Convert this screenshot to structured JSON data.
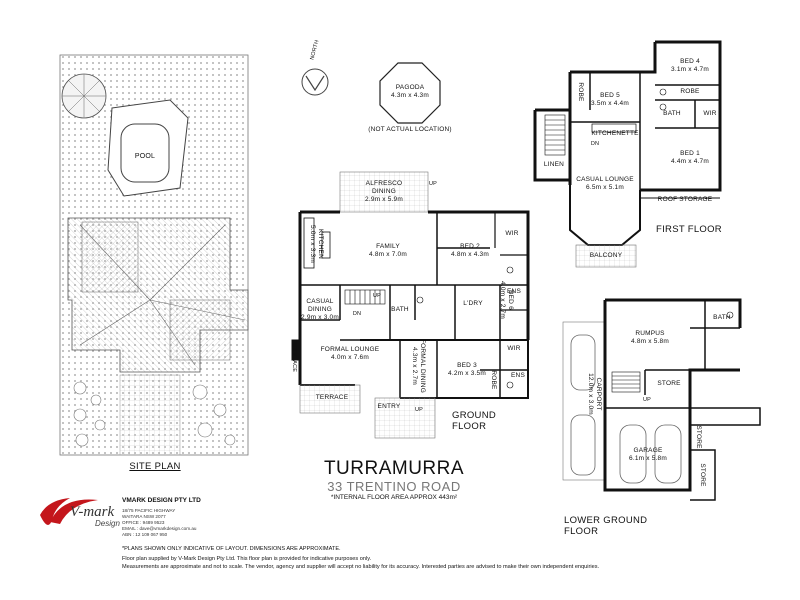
{
  "site_plan": {
    "caption": "SITE PLAN",
    "pool_label": "POOL"
  },
  "north_label": "NORTH",
  "pagoda": {
    "name": "PAGODA",
    "size": "4.3m x 4.3m",
    "note": "(NOT ACTUAL LOCATION)"
  },
  "ground_floor": {
    "caption": "GROUND FLOOR",
    "rooms": [
      {
        "id": "alfresco",
        "name": "ALFRESCO",
        "name2": "DINING",
        "size": "2.9m x 5.9m"
      },
      {
        "id": "family",
        "name": "FAMILY",
        "size": "4.8m x 7.0m"
      },
      {
        "id": "kitchen",
        "name": "KITCHEN",
        "size": "5.0m x 3.3m"
      },
      {
        "id": "bed2",
        "name": "BED 2",
        "size": "4.8m x 4.3m"
      },
      {
        "id": "casual",
        "name": "CASUAL",
        "name2": "DINING",
        "size": "2.9m x 3.0m"
      },
      {
        "id": "bath_g",
        "name": "BATH"
      },
      {
        "id": "ldry",
        "name": "L'DRY"
      },
      {
        "id": "bed6",
        "name": "BED 6",
        "size": "4.0m x 2.7m"
      },
      {
        "id": "formal_lounge",
        "name": "FORMAL LOUNGE",
        "size": "4.0m x 7.6m"
      },
      {
        "id": "formal_dining",
        "name": "FORMAL DINING",
        "size": "4.3m x 2.7m"
      },
      {
        "id": "bed3",
        "name": "BED 3",
        "size": "4.2m x 3.5m"
      },
      {
        "id": "fireplace",
        "name": "FIREPLACE"
      },
      {
        "id": "terrace",
        "name": "TERRACE"
      },
      {
        "id": "entry",
        "name": "ENTRY"
      },
      {
        "id": "wir_g1",
        "name": "WIR"
      },
      {
        "id": "ens_g1",
        "name": "ENS"
      },
      {
        "id": "wir_g2",
        "name": "WIR"
      },
      {
        "id": "ens_g2",
        "name": "ENS"
      },
      {
        "id": "robe_g",
        "name": "ROBE"
      }
    ],
    "up_label": "UP",
    "dn_label": "DN"
  },
  "first_floor": {
    "caption": "FIRST FLOOR",
    "rooms": [
      {
        "id": "bed4",
        "name": "BED 4",
        "size": "3.1m x 4.7m"
      },
      {
        "id": "bed5",
        "name": "BED 5",
        "size": "3.5m x 4.4m"
      },
      {
        "id": "robe_f1",
        "name": "ROBE"
      },
      {
        "id": "robe_f2",
        "name": "ROBE"
      },
      {
        "id": "bath_f",
        "name": "BATH"
      },
      {
        "id": "wir_f",
        "name": "WIR"
      },
      {
        "id": "kitchenette",
        "name": "KITCHENETTE"
      },
      {
        "id": "bed1",
        "name": "BED 1",
        "size": "4.4m x 4.7m"
      },
      {
        "id": "linen",
        "name": "LINEN"
      },
      {
        "id": "casual_lounge",
        "name": "CASUAL LOUNGE",
        "size": "6.5m x 5.1m"
      },
      {
        "id": "roof_storage",
        "name": "ROOF STORAGE"
      },
      {
        "id": "balcony",
        "name": "BALCONY"
      }
    ],
    "dn_label": "DN"
  },
  "lower_ground_floor": {
    "caption": "LOWER GROUND FLOOR",
    "rooms": [
      {
        "id": "rumpus",
        "name": "RUMPUS",
        "size": "4.8m x 5.8m"
      },
      {
        "id": "bath_l",
        "name": "BATH"
      },
      {
        "id": "store1",
        "name": "STORE"
      },
      {
        "id": "carport",
        "name": "CARPORT",
        "size": "12.0m x 3.0m"
      },
      {
        "id": "garage",
        "name": "GARAGE",
        "size": "6.1m x 5.8m"
      },
      {
        "id": "store2",
        "name": "STORE"
      },
      {
        "id": "store3",
        "name": "STORE"
      }
    ],
    "up_label": "UP"
  },
  "title_block": {
    "suburb": "TURRAMURRA",
    "address": "33 TRENTINO ROAD",
    "area_note": "*INTERNAL FLOOR AREA APPROX 443m²"
  },
  "company": {
    "logo_text": "V-mark",
    "logo_sub": "Design",
    "name": "VMARK DESIGN PTY LTD",
    "line1": "18/75 PACIFIC HIGHWAY",
    "line2": "WAITARA NSW 2077",
    "line3": "OFFICE : 9489 9523",
    "line4": "EMAIL : dave@vmarkdesign.com.au",
    "line5": "ABN : 12 109 067 950",
    "brand_color": "#c4161c"
  },
  "disclaimer": {
    "line1": "*PLANS SHOWN ONLY INDICATIVE OF LAYOUT. DIMENSIONS ARE APPROXIMATE.",
    "line2": "Floor plan supplied by V-Mark Design Pty Ltd. This floor plan is provided for indicative purposes only.",
    "line3": "Measurements are approximate and not to scale. The vendor, agency and supplier will accept no liability for its accuracy. Interested parties are advised to make their own independent enquiries."
  }
}
